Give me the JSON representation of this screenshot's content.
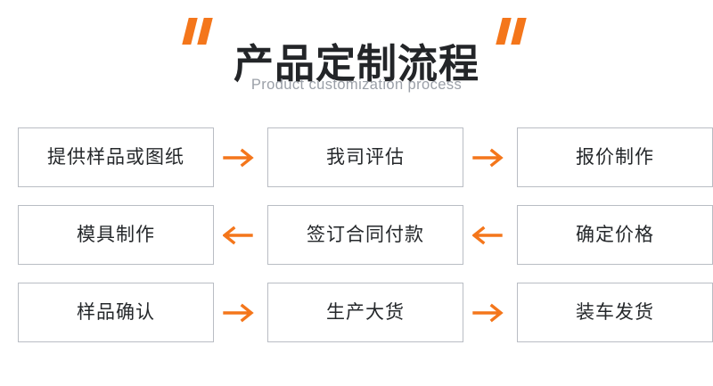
{
  "header": {
    "title": "产品定制流程",
    "subtitle": "Product customization process",
    "quote_open_icon": "quote-open-icon",
    "quote_close_icon": "quote-close-icon"
  },
  "colors": {
    "accent_orange": "#f4761b",
    "title_dark": "#232528",
    "subtitle_gray": "#9ba0a8",
    "box_border": "#b9bdc4",
    "box_text": "#25282b",
    "background": "#ffffff"
  },
  "flow": {
    "rows": [
      {
        "direction": "right",
        "arrow_icon": "arrow-right-icon",
        "steps": [
          {
            "label": "提供样品或图纸"
          },
          {
            "label": "我司评估"
          },
          {
            "label": "报价制作"
          }
        ]
      },
      {
        "direction": "left",
        "arrow_icon": "arrow-left-icon",
        "steps": [
          {
            "label": "模具制作"
          },
          {
            "label": "签订合同付款"
          },
          {
            "label": "确定价格"
          }
        ]
      },
      {
        "direction": "right",
        "arrow_icon": "arrow-right-icon",
        "steps": [
          {
            "label": "样品确认"
          },
          {
            "label": "生产大货"
          },
          {
            "label": "装车发货"
          }
        ]
      }
    ]
  }
}
